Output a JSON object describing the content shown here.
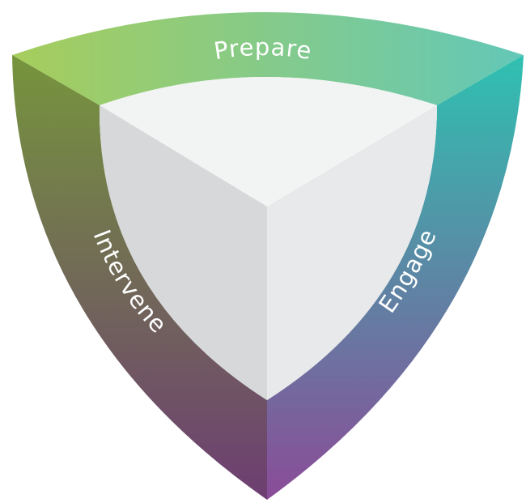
{
  "labels": {
    "prepare": "Prepare",
    "engage": "Engage",
    "intervene": "Intervene"
  },
  "colors": {
    "green": "#a6cc5a",
    "teal": "#2fc1b1",
    "purple": "#8b4a97",
    "olive": "#6e8e3a",
    "ring_top_left": "#a7cd5c",
    "ring_top_right": "#63c8b8",
    "ring_right_top": "#2fc1b1",
    "ring_right_bottom": "#8a4c98",
    "ring_left_top": "#76953c",
    "ring_left_bottom": "#6d3e72",
    "face_top": "#f2f3f3",
    "face_left": "#d7d8d9",
    "face_right": "#e8e9ea"
  }
}
